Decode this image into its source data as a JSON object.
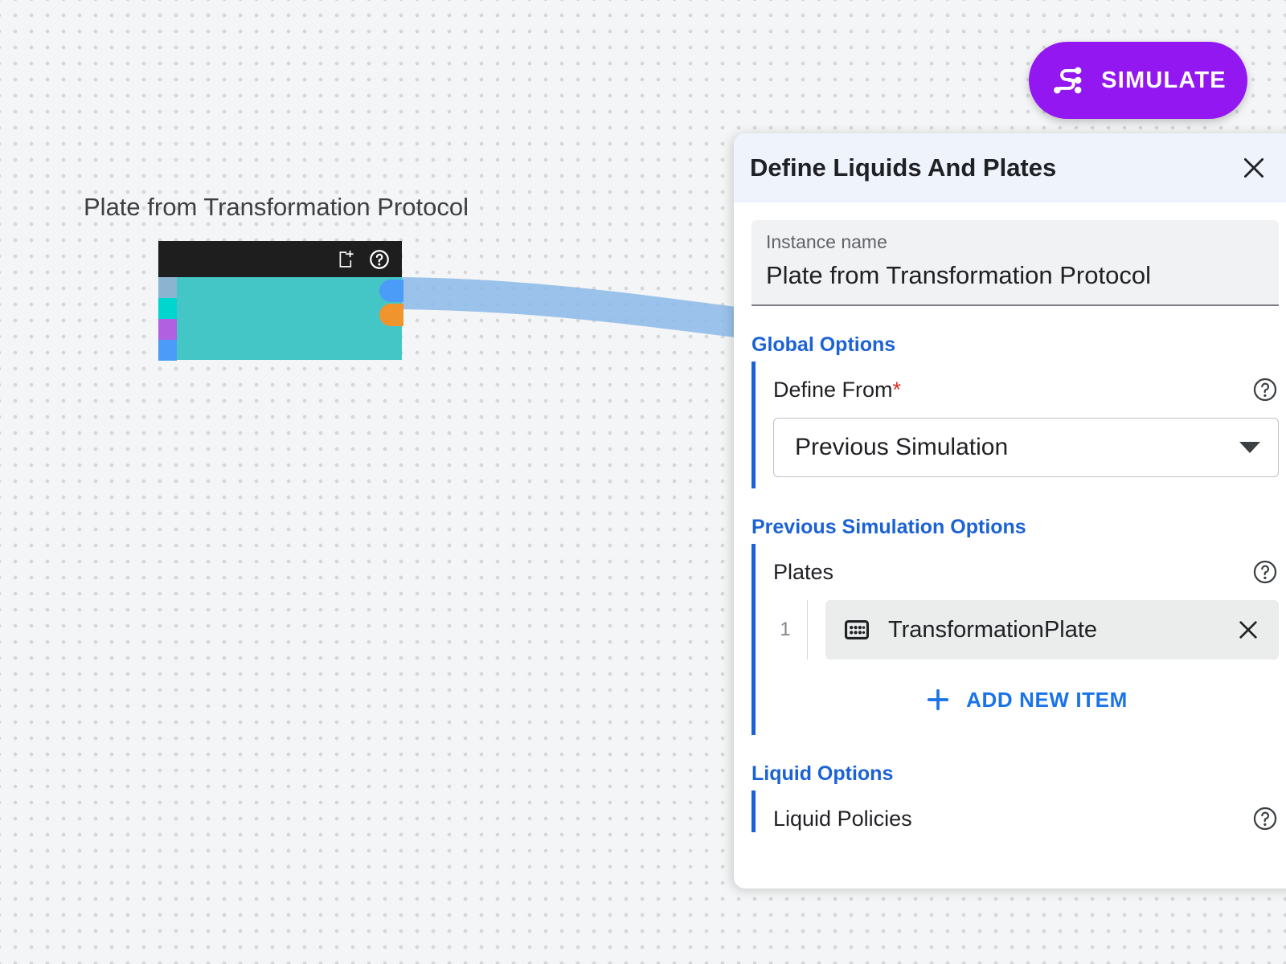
{
  "canvas": {
    "node": {
      "title": "Plate from Transformation Protocol",
      "header_icons": [
        {
          "name": "note-add-icon"
        },
        {
          "name": "help-circle-icon"
        }
      ],
      "body_color": "#45c6c6",
      "header_color": "#1e1e1e",
      "input_ports": [
        {
          "name": "port-in-1",
          "color": "#8ab4d0"
        },
        {
          "name": "port-in-2",
          "color": "#00d6d0"
        },
        {
          "name": "port-in-3",
          "color": "#b060e0"
        },
        {
          "name": "port-in-4",
          "color": "#4a9cf8"
        }
      ],
      "output_ports": [
        {
          "name": "port-out-1",
          "color": "#4a9cf8"
        },
        {
          "name": "port-out-2",
          "color": "#f0942e"
        }
      ]
    },
    "edge_color": "#8ab9e8"
  },
  "toolbar": {
    "simulate_label": "SIMULATE",
    "simulate_color": "#9317f0",
    "simulate_icon": "simulate-nodes-icon"
  },
  "panel": {
    "title": "Define Liquids And Plates",
    "close_icon": "close-icon",
    "instance": {
      "label": "Instance name",
      "value": "Plate from Transformation Protocol",
      "placeholder": "Instance name"
    },
    "sections": [
      {
        "title": "Global Options",
        "accent": "#1b62d4",
        "field_label": "Define From",
        "required": "*",
        "select_value": "Previous Simulation",
        "help_icon": "help-circle-icon"
      },
      {
        "title": "Previous Simulation Options",
        "accent": "#1b62d4",
        "field_label": "Plates",
        "help_icon": "help-circle-icon",
        "items": [
          {
            "index": "1",
            "icon": "plate-grid-icon",
            "name": "TransformationPlate",
            "remove_icon": "close-icon"
          }
        ],
        "add_label": "ADD NEW ITEM",
        "add_icon": "plus-icon"
      },
      {
        "title": "Liquid Options",
        "accent": "#1b62d4",
        "field_label": "Liquid Policies",
        "help_icon": "help-circle-icon"
      }
    ]
  }
}
